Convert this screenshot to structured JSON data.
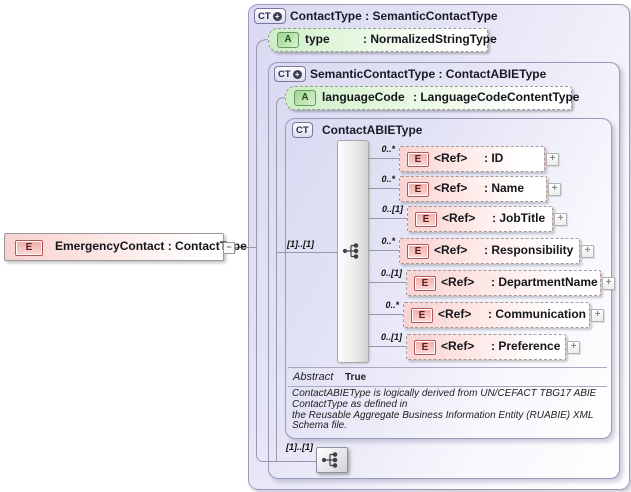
{
  "palette": {
    "box_fill": "#d9d9f2",
    "box_border": "#9b9bb9",
    "attr_green": "#cdeec6",
    "elem_pink": "#f9d3d1",
    "badge_a_green": "#9fd491",
    "badge_e_red": "#f3aca6",
    "wire": "#9898a8"
  },
  "source": {
    "badge": "E",
    "label": "EmergencyContact : ContactType",
    "collapse_glyph": "−"
  },
  "contact_type": {
    "badge": "CT",
    "badge_plus": "+",
    "title": "ContactType : SemanticContactType",
    "attribute": {
      "badge": "A",
      "name": "type",
      "type": ": NormalizedStringType"
    }
  },
  "semantic": {
    "badge": "CT",
    "badge_plus": "+",
    "title": "SemanticContactType : ContactABIEType",
    "attribute": {
      "badge": "A",
      "name": "languageCode",
      "type": ": LanguageCodeContentType"
    },
    "sequence_cardinality": "[1]..[1]"
  },
  "abie": {
    "badge": "CT",
    "title": "ContactABIEType",
    "sequence_cardinality": "[1]..[1]",
    "elements": [
      {
        "badge": "E",
        "ref": "<Ref>",
        "name": ": ID",
        "cardinality": "0..*",
        "expand": "+"
      },
      {
        "badge": "E",
        "ref": "<Ref>",
        "name": ": Name",
        "cardinality": "0..*",
        "expand": "+"
      },
      {
        "badge": "E",
        "ref": "<Ref>",
        "name": ": JobTitle",
        "cardinality": "0..[1]",
        "expand": "+"
      },
      {
        "badge": "E",
        "ref": "<Ref>",
        "name": ": Responsibility",
        "cardinality": "0..*",
        "expand": "+"
      },
      {
        "badge": "E",
        "ref": "<Ref>",
        "name": ": DepartmentName",
        "cardinality": "0..[1]",
        "expand": "+"
      },
      {
        "badge": "E",
        "ref": "<Ref>",
        "name": ": Communication",
        "cardinality": "0..*",
        "expand": "+"
      },
      {
        "badge": "E",
        "ref": "<Ref>",
        "name": ": Preference",
        "cardinality": "0..[1]",
        "expand": "+"
      }
    ],
    "abstract_label": "Abstract",
    "abstract_value": "True",
    "annotation": "ContactABIEType is logically derived from UN/CEFACT TBG17 ABIE\nContactType as defined in\nthe Reusable Aggregate Business Information Entity (RUABIE) XML\nSchema file."
  }
}
